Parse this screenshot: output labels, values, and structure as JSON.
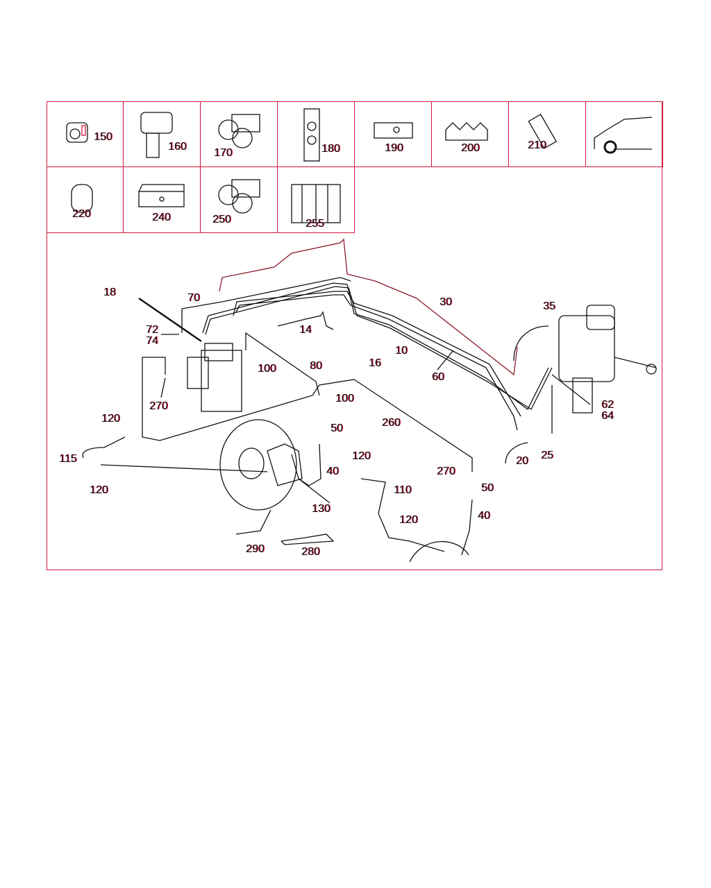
{
  "parts_grid": [
    {
      "label": "150",
      "icon": "clip-block-icon"
    },
    {
      "label": "160",
      "icon": "clip-with-pin-icon"
    },
    {
      "label": "170",
      "icon": "double-clip-icon"
    },
    {
      "label": "180",
      "icon": "multi-clip-icon"
    },
    {
      "label": "190",
      "icon": "bracket-clip-icon"
    },
    {
      "label": "200",
      "icon": "pipe-holder-icon"
    },
    {
      "label": "210",
      "icon": "sleeve-icon"
    },
    {
      "label": "",
      "icon": "vehicle-front-wheel-icon"
    },
    {
      "label": "220",
      "icon": "split-sleeve-icon"
    },
    {
      "label": "240",
      "icon": "pipe-holder-strip-icon"
    },
    {
      "label": "250",
      "icon": "double-clip-icon"
    },
    {
      "label": "255",
      "icon": "grommet-block-icon"
    }
  ],
  "callouts": [
    "18",
    "70",
    "72",
    "74",
    "14",
    "30",
    "35",
    "10",
    "16",
    "60",
    "100",
    "80",
    "100",
    "270",
    "62",
    "64",
    "260",
    "120",
    "115",
    "120",
    "50",
    "40",
    "20",
    "25",
    "120",
    "110",
    "270",
    "50",
    "40",
    "120",
    "130",
    "290",
    "280"
  ],
  "colors": {
    "accent": "#d4163c",
    "line": "#111111"
  }
}
